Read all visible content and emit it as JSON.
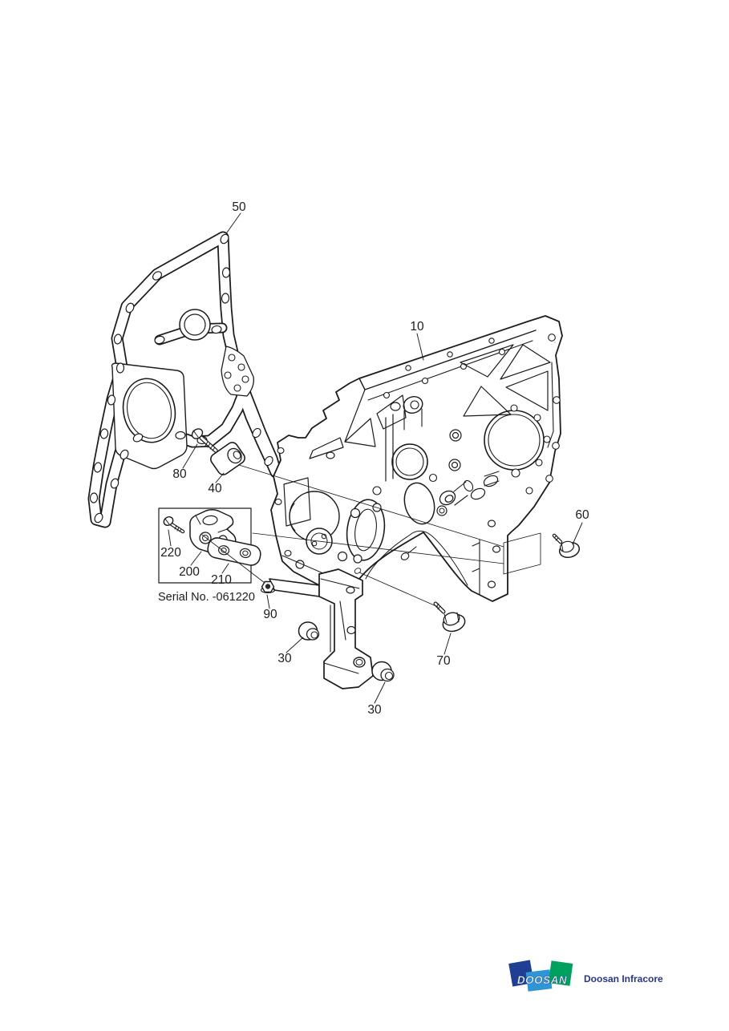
{
  "page": {
    "background": "#ffffff"
  },
  "diagram": {
    "line_color": "#1c1c1c",
    "callouts": {
      "c50": "50",
      "c10": "10",
      "c80": "80",
      "c40": "40",
      "c220": "220",
      "c200": "200",
      "c210": "210",
      "c90": "90",
      "c30_left": "30",
      "c30_right": "30",
      "c70": "70",
      "c60": "60"
    },
    "serial_note": "Serial No. -061220"
  },
  "branding": {
    "wordmark": "DOOSAN",
    "company": "Doosan Infracore",
    "colors": {
      "navy_square": "#1f3e94",
      "blue_square": "#2e96d5",
      "green_square": "#00a15e",
      "wordmark_text": "#ffffff",
      "company_text": "#27358f"
    }
  }
}
